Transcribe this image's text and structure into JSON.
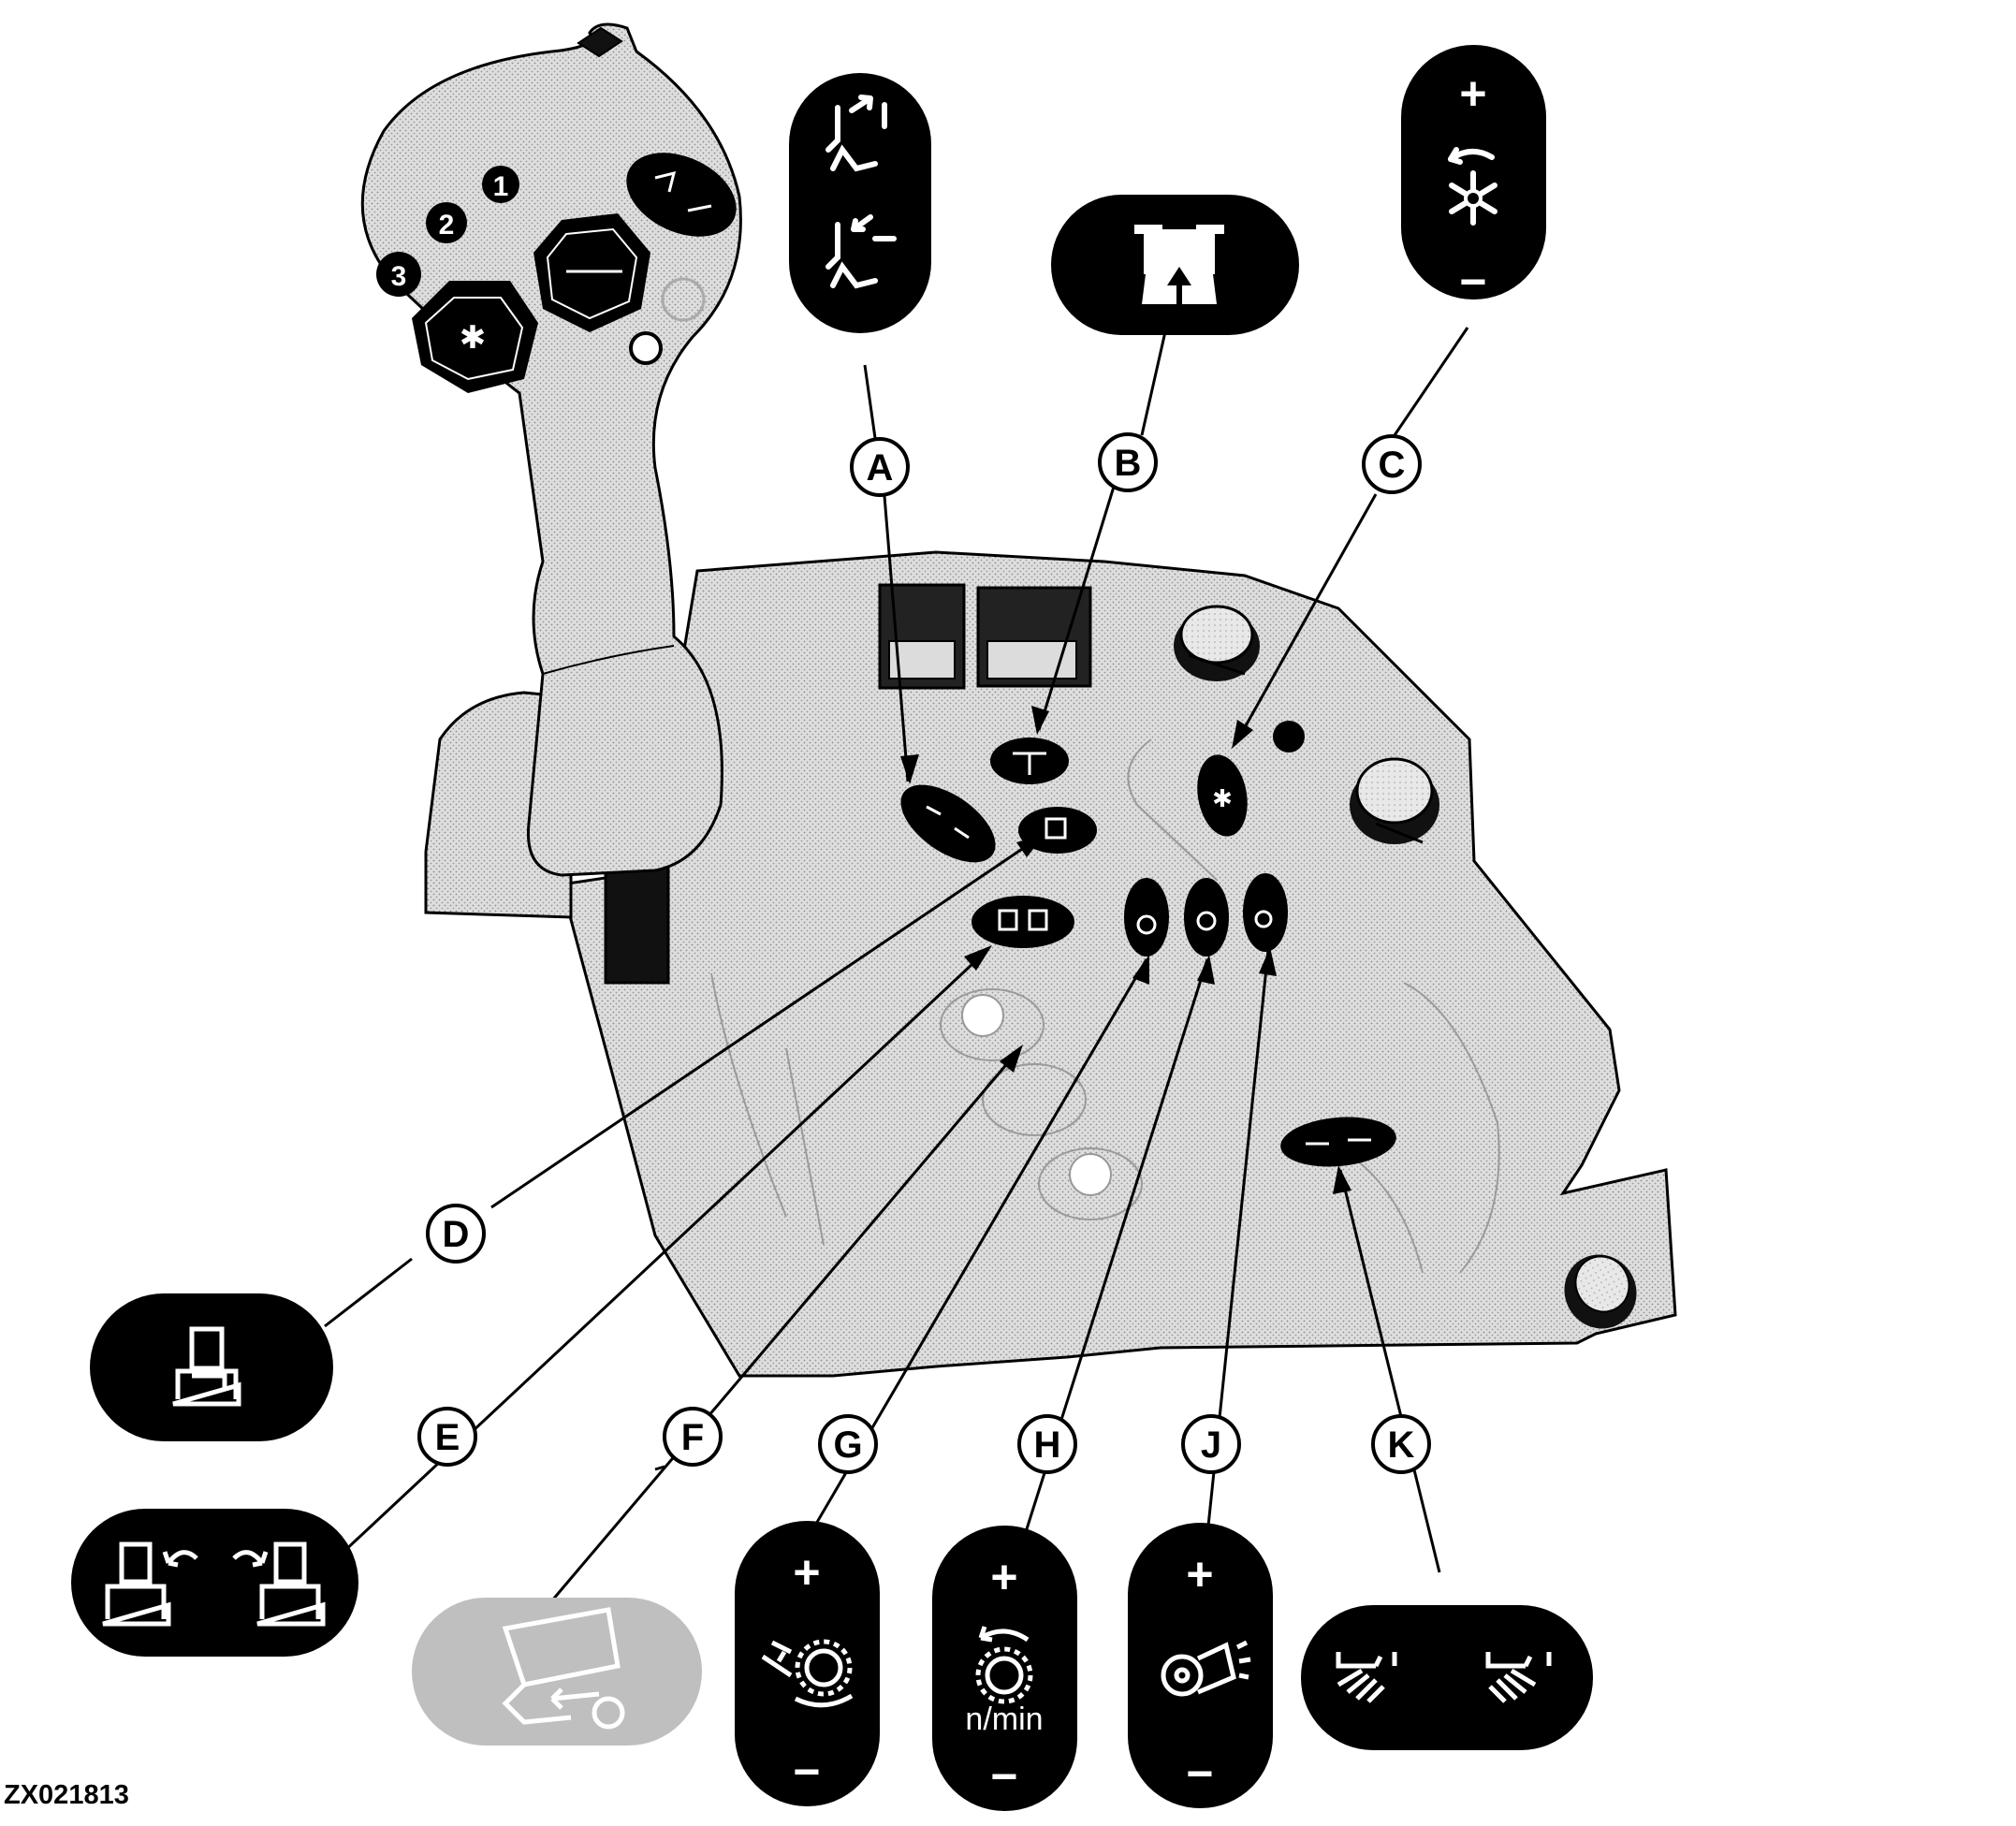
{
  "figure_id": "ZX021813",
  "callouts": [
    {
      "letter": "A",
      "control": "header-height-raise-lower-switch"
    },
    {
      "letter": "B",
      "control": "road-mode-button"
    },
    {
      "letter": "C",
      "control": "reel-speed-switch"
    },
    {
      "letter": "D",
      "control": "header-float-button"
    },
    {
      "letter": "E",
      "control": "header-tilt-left-right-switch"
    },
    {
      "letter": "F",
      "control": "unloading-auger-button"
    },
    {
      "letter": "G",
      "control": "header-reel-speed-switch"
    },
    {
      "letter": "H",
      "control": "rotor-speed-switch"
    },
    {
      "letter": "J",
      "control": "fan-speed-switch"
    },
    {
      "letter": "K",
      "control": "side-knives-switch"
    }
  ],
  "joystick_buttons": [
    "1",
    "2",
    "3"
  ],
  "symbols": {
    "plus": "+",
    "minus": "−",
    "n_per_min": "n/min"
  },
  "colors": {
    "ink": "#000000",
    "panel_fill": "#d9d9d9",
    "ghost_button": "#bfbfbf"
  }
}
